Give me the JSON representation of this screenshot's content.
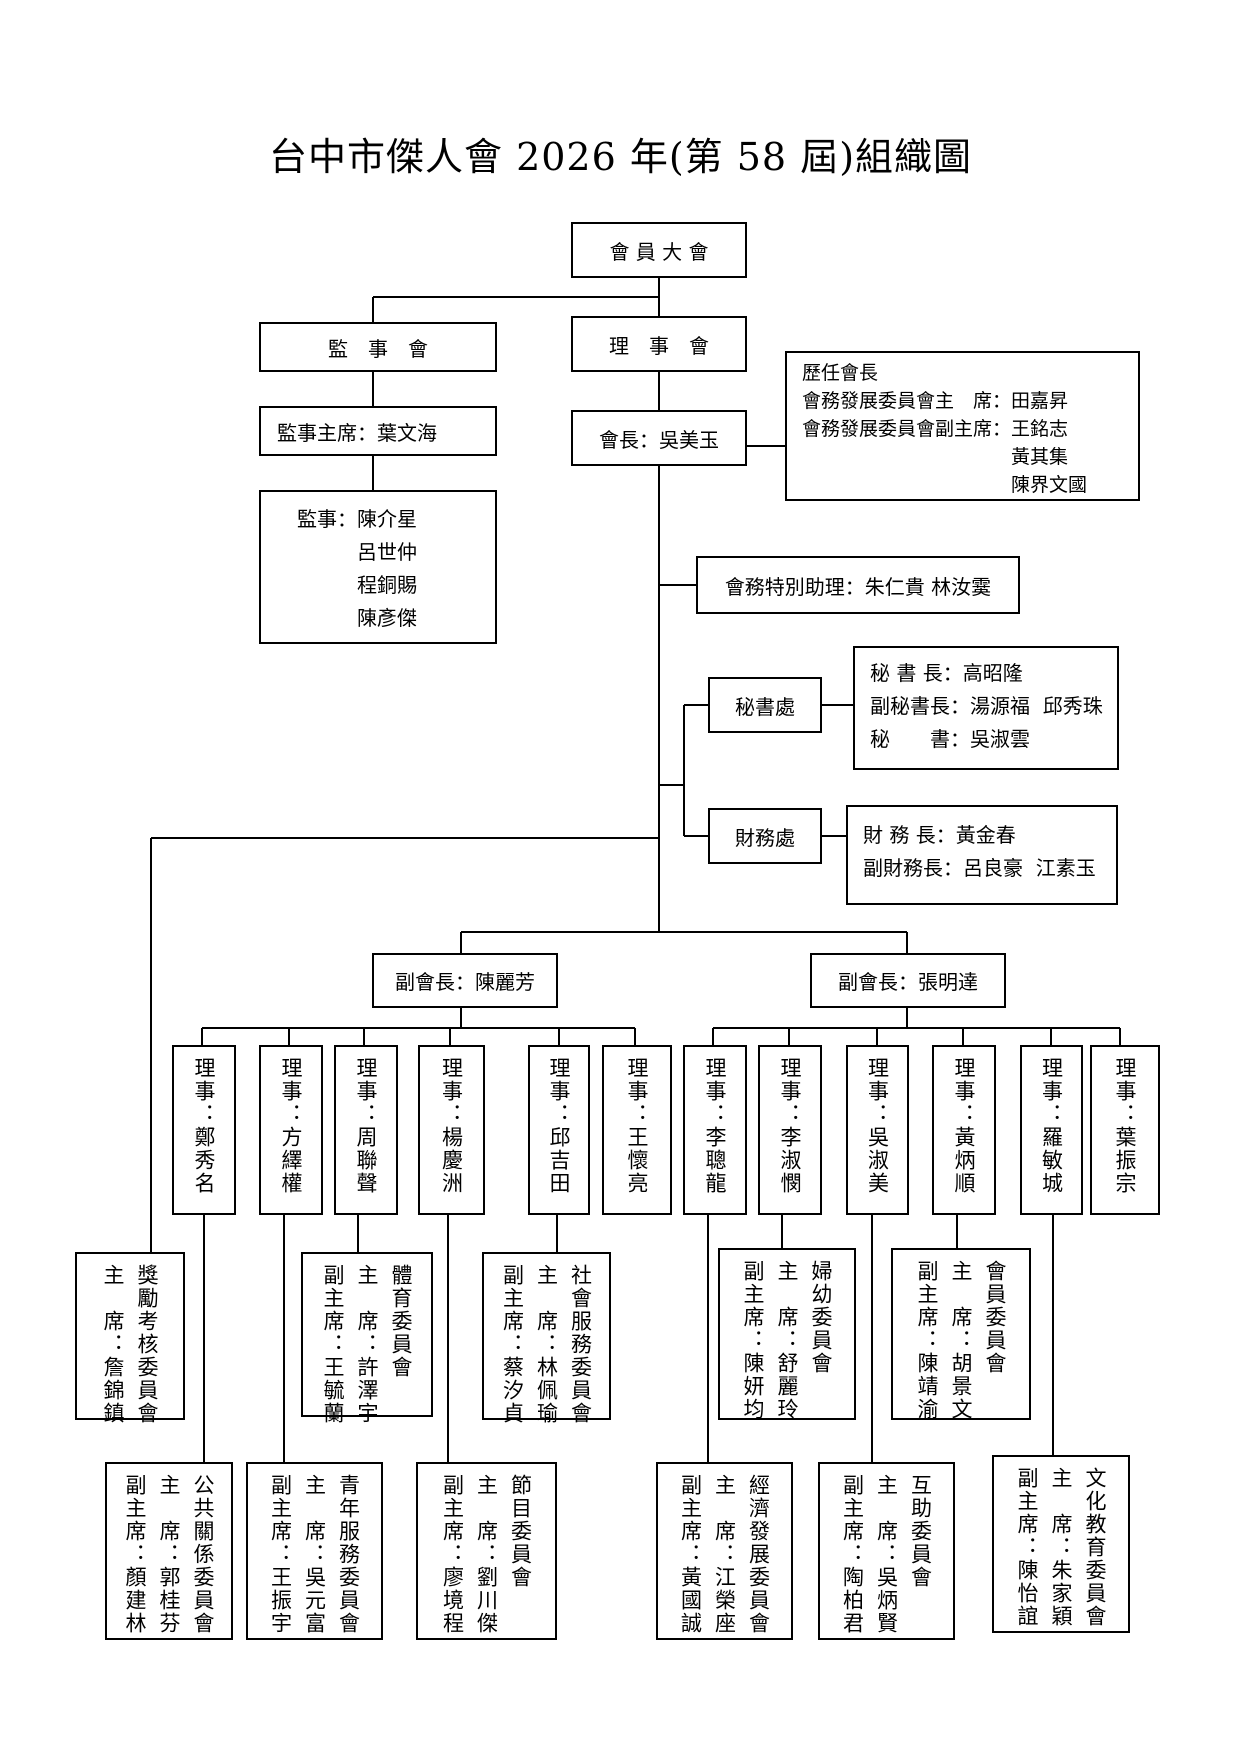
{
  "title": "台中市傑人會 2026 年(第 58 屆)組織圖",
  "top": {
    "assembly": "會 員 大 會",
    "supervisory_board": "監　事　會",
    "board": "理　事　會"
  },
  "supervisors": {
    "chair": "監事主席：葉文海",
    "members_lines": [
      "監事：陳介星",
      "　　　呂世仲",
      "　　　程銅賜",
      "　　　陳彥傑"
    ]
  },
  "president": "會長：吳美玉",
  "past_presidents": {
    "lines": [
      "歷任會長",
      "會務發展委員會主　席：田嘉昇",
      "會務發展委員會副主席：王銘志",
      "　　　　　　　　　　　黃其集",
      "　　　　　　　　　　　陳界文國"
    ]
  },
  "special_assistant": "會務特別助理：朱仁貴  林汝霙",
  "secretariat": {
    "label": "秘書處",
    "lines": [
      "秘 書 長：高昭隆",
      "副秘書長：湯源福  邱秀珠",
      "秘　　書：吳淑雲"
    ]
  },
  "finance": {
    "label": "財務處",
    "lines": [
      "財 務 長：黃金春",
      "副財務長：呂良豪  江素玉"
    ]
  },
  "vice_presidents": [
    "副會長：陳麗芳",
    "副會長：張明達"
  ],
  "directors": [
    "理事：鄭秀名",
    "理事：方繹權",
    "理事：周聯聲",
    "理事：楊慶洲",
    "理事：邱吉田",
    "理事：王懷亮",
    "理事：李聰龍",
    "理事：李淑憫",
    "理事：吳淑美",
    "理事：黃炳順",
    "理事：羅敏城",
    "理事：葉振宗"
  ],
  "committees_row1": [
    {
      "cols": [
        "獎勵考核委員會",
        "主　席：詹錦鎮"
      ]
    },
    {
      "cols": [
        "體育委員會",
        "主　席：許澤宇",
        "副主席：王毓蘭"
      ]
    },
    {
      "cols": [
        "社會服務委員會",
        "主　席：林佩瑜",
        "副主席：蔡汐貞"
      ]
    },
    {
      "cols": [
        "婦幼委員會",
        "主　席：舒麗玲",
        "副主席：陳妍均"
      ]
    },
    {
      "cols": [
        "會員委員會",
        "主　席：胡景文",
        "副主席：陳靖渝"
      ]
    }
  ],
  "committees_row2": [
    {
      "cols": [
        "公共關係委員會",
        "主　席：郭桂芬",
        "副主席：顏建林"
      ]
    },
    {
      "cols": [
        "青年服務委員會",
        "主　席：吳元富",
        "副主席：王振宇"
      ]
    },
    {
      "cols": [
        "節目委員會",
        "主　席：劉川傑",
        "副主席：廖境程"
      ]
    },
    {
      "cols": [
        "經濟發展委員會",
        "主　席：江榮座",
        "副主席：黃國誠"
      ]
    },
    {
      "cols": [
        "互助委員會",
        "主　席：吳炳賢",
        "副主席：陶柏君"
      ]
    },
    {
      "cols": [
        "文化教育委員會",
        "主　席：朱家穎",
        "副主席：陳怡誼"
      ]
    }
  ]
}
